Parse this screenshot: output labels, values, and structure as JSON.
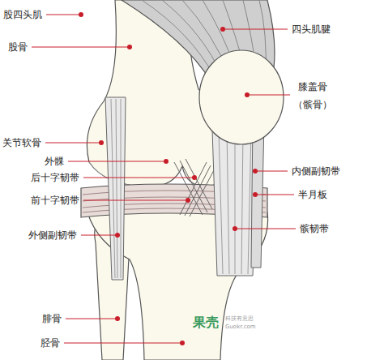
{
  "diagram": {
    "labels": [
      "股四头肌",
      "股骨",
      "关节软骨",
      "外髁",
      "后十字韧带",
      "前十字韧带",
      "外侧副韧带",
      "腓骨",
      "胫骨",
      "四头肌腱",
      "膝盖骨",
      "（髌骨）",
      "内侧副韧带",
      "半月板",
      "髌韧带",
      "果壳",
      "科技有意思",
      "Guokr.com"
    ]
  }
}
